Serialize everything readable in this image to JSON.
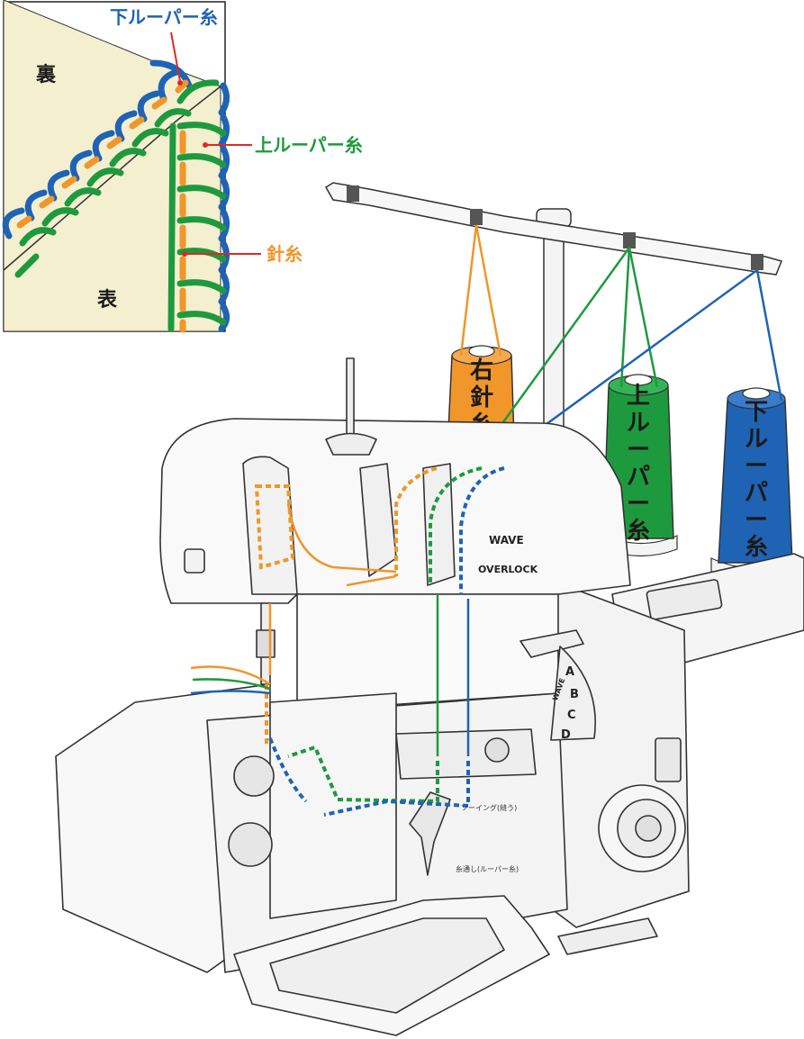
{
  "inset": {
    "back_side": "裏",
    "front_side": "表",
    "lower_looper_label": "下ルーパー糸",
    "upper_looper_label": "上ルーパー糸",
    "needle_label": "針糸"
  },
  "spools": {
    "right_needle": "右針糸",
    "upper_looper": "上ルーパー糸",
    "lower_looper": "下ルーパー糸"
  },
  "machine_labels": {
    "wave": "WAVE",
    "overlock": "OVERLOCK",
    "dial_a": "A",
    "dial_b": "B",
    "dial_c": "C",
    "dial_d": "D",
    "dial_wave": "WAVE",
    "sewing": "ソーイング(縫う)",
    "threading": "糸通し(ルーパー糸)"
  },
  "colors": {
    "needle_thread": "#f0962a",
    "upper_looper_thread": "#1e9a3e",
    "lower_looper_thread": "#1f63b4",
    "label_red": "#e02828",
    "fabric": "#f4efcf"
  }
}
